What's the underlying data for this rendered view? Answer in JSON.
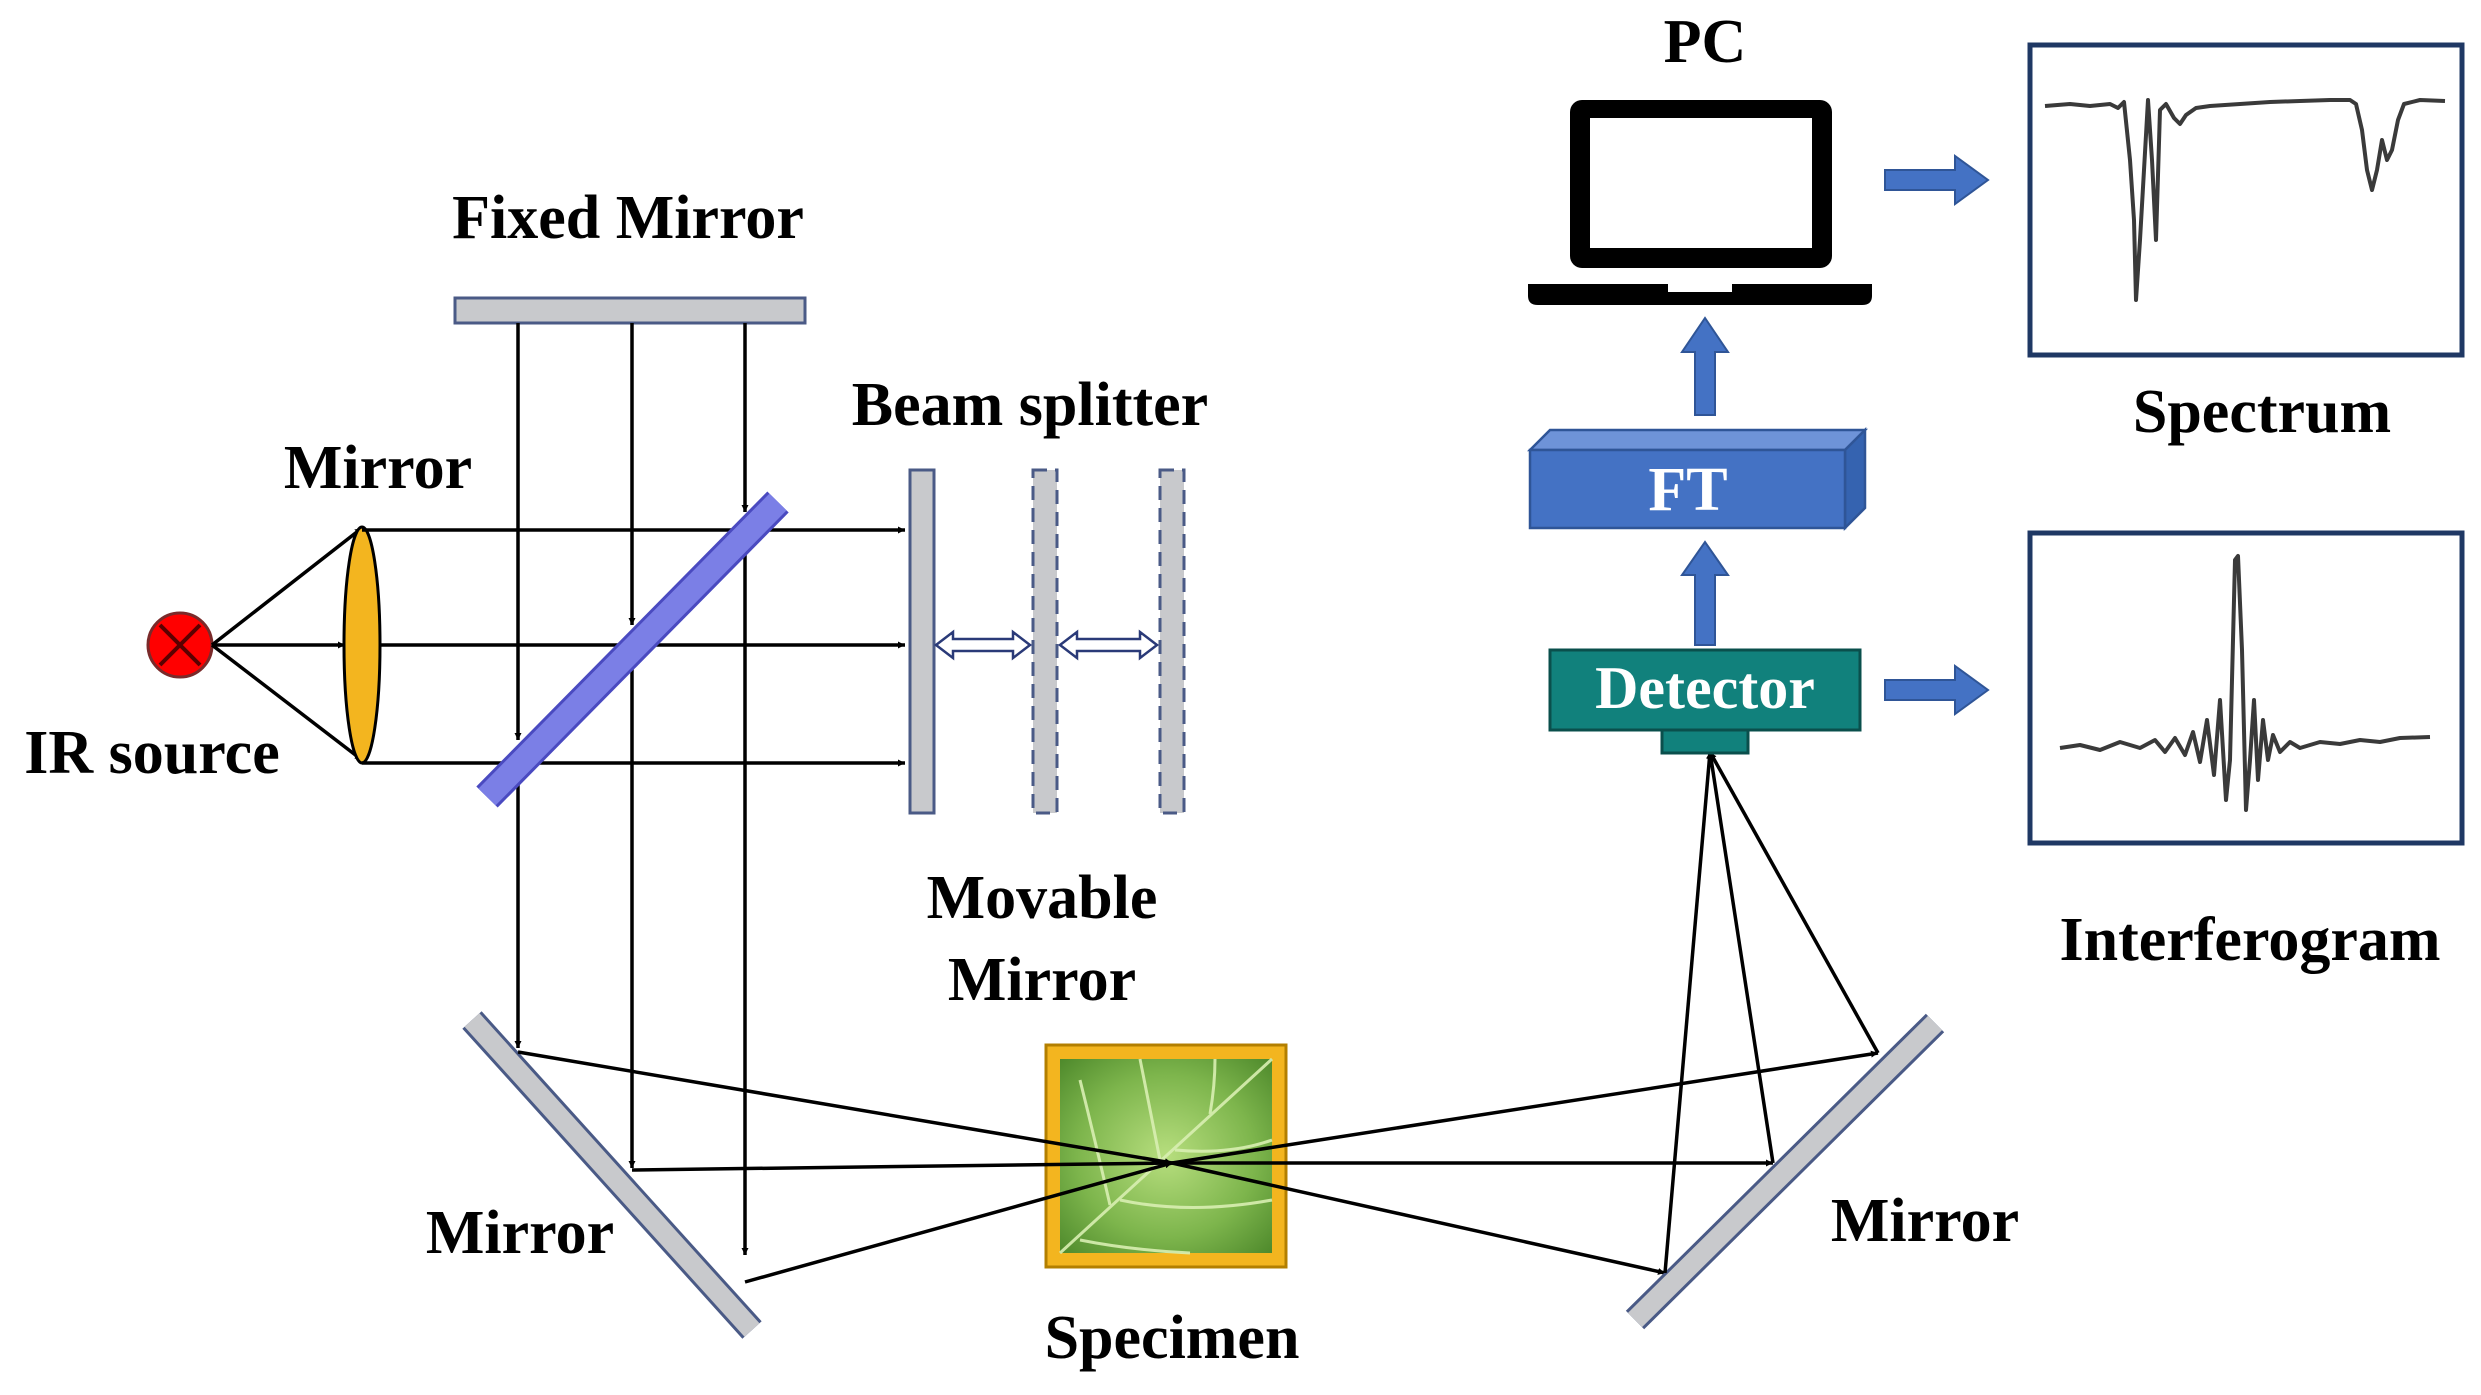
{
  "labels": {
    "pc": "PC",
    "fixed_mirror": "Fixed Mirror",
    "beam_splitter": "Beam splitter",
    "mirror_top": "Mirror",
    "ir_source": "IR source",
    "movable_mirror_line1": "Movable",
    "movable_mirror_line2": "Mirror",
    "mirror_bottom_left": "Mirror",
    "specimen": "Specimen",
    "mirror_bottom_right": "Mirror",
    "ft": "FT",
    "detector": "Detector",
    "spectrum": "Spectrum",
    "interferogram": "Interferogram"
  },
  "colors": {
    "mirror": "#c8c9cc",
    "mirror_edge": "#4a5a86",
    "beam_splitter": "#7b7fe6",
    "lens": "#f3b51f",
    "ir_source": "#ff0000",
    "ft_box": "#4472c4",
    "detector_box": "#11817c",
    "arrow_blue": "#4472c4",
    "specimen_frame": "#f3b51f",
    "leaf": "#7ab04a"
  }
}
